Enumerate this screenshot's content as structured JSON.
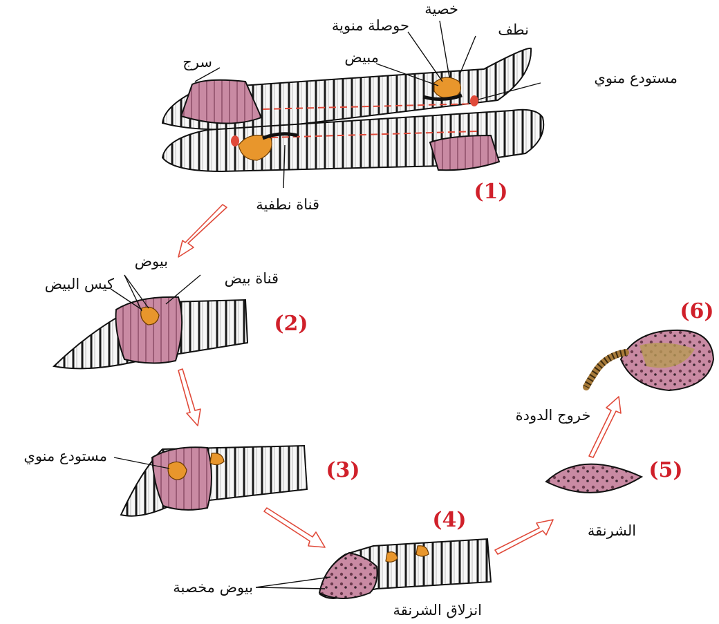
{
  "stages": [
    {
      "number": "(1)",
      "labels": {
        "clitellum": "سرج",
        "seminal_vesicle": "حوصلة منوية",
        "testis": "خصية",
        "sperm": "نطف",
        "ovary": "مبيض",
        "spermatheca": "مستودع منوي",
        "sperm_duct": "قناة نطفية"
      }
    },
    {
      "number": "(2)",
      "labels": {
        "eggs": "بيوض",
        "egg_sac": "كيس البيض",
        "oviduct": "قناة بيض"
      }
    },
    {
      "number": "(3)",
      "labels": {
        "spermatheca": "مستودع منوي"
      }
    },
    {
      "number": "(4)",
      "labels": {
        "fertilized_eggs": "بيوض مخصبة",
        "cocoon_sliding": "انزلاق الشرنقة"
      }
    },
    {
      "number": "(5)",
      "labels": {
        "cocoon": "الشرنقة"
      }
    },
    {
      "number": "(6)",
      "labels": {
        "worm_emerges": "خروج الدودة"
      }
    }
  ],
  "colors": {
    "clitellum": "#c98aa3",
    "organs": "#e8962c",
    "arrow": "#e04a3a",
    "stage_number": "#d0202a"
  }
}
